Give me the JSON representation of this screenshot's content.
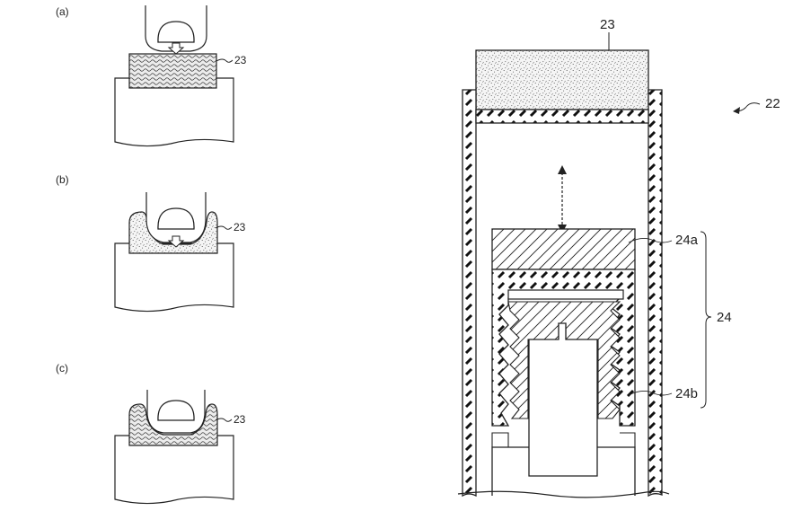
{
  "panels": {
    "a": {
      "label": "(a)",
      "ref": "23"
    },
    "b": {
      "label": "(b)",
      "ref": "23"
    },
    "c": {
      "label": "(c)",
      "ref": "23"
    }
  },
  "device": {
    "ref_top": "23",
    "ref_assembly": "22",
    "ref_upper": "24a",
    "ref_lower": "24b",
    "ref_group": "24"
  }
}
